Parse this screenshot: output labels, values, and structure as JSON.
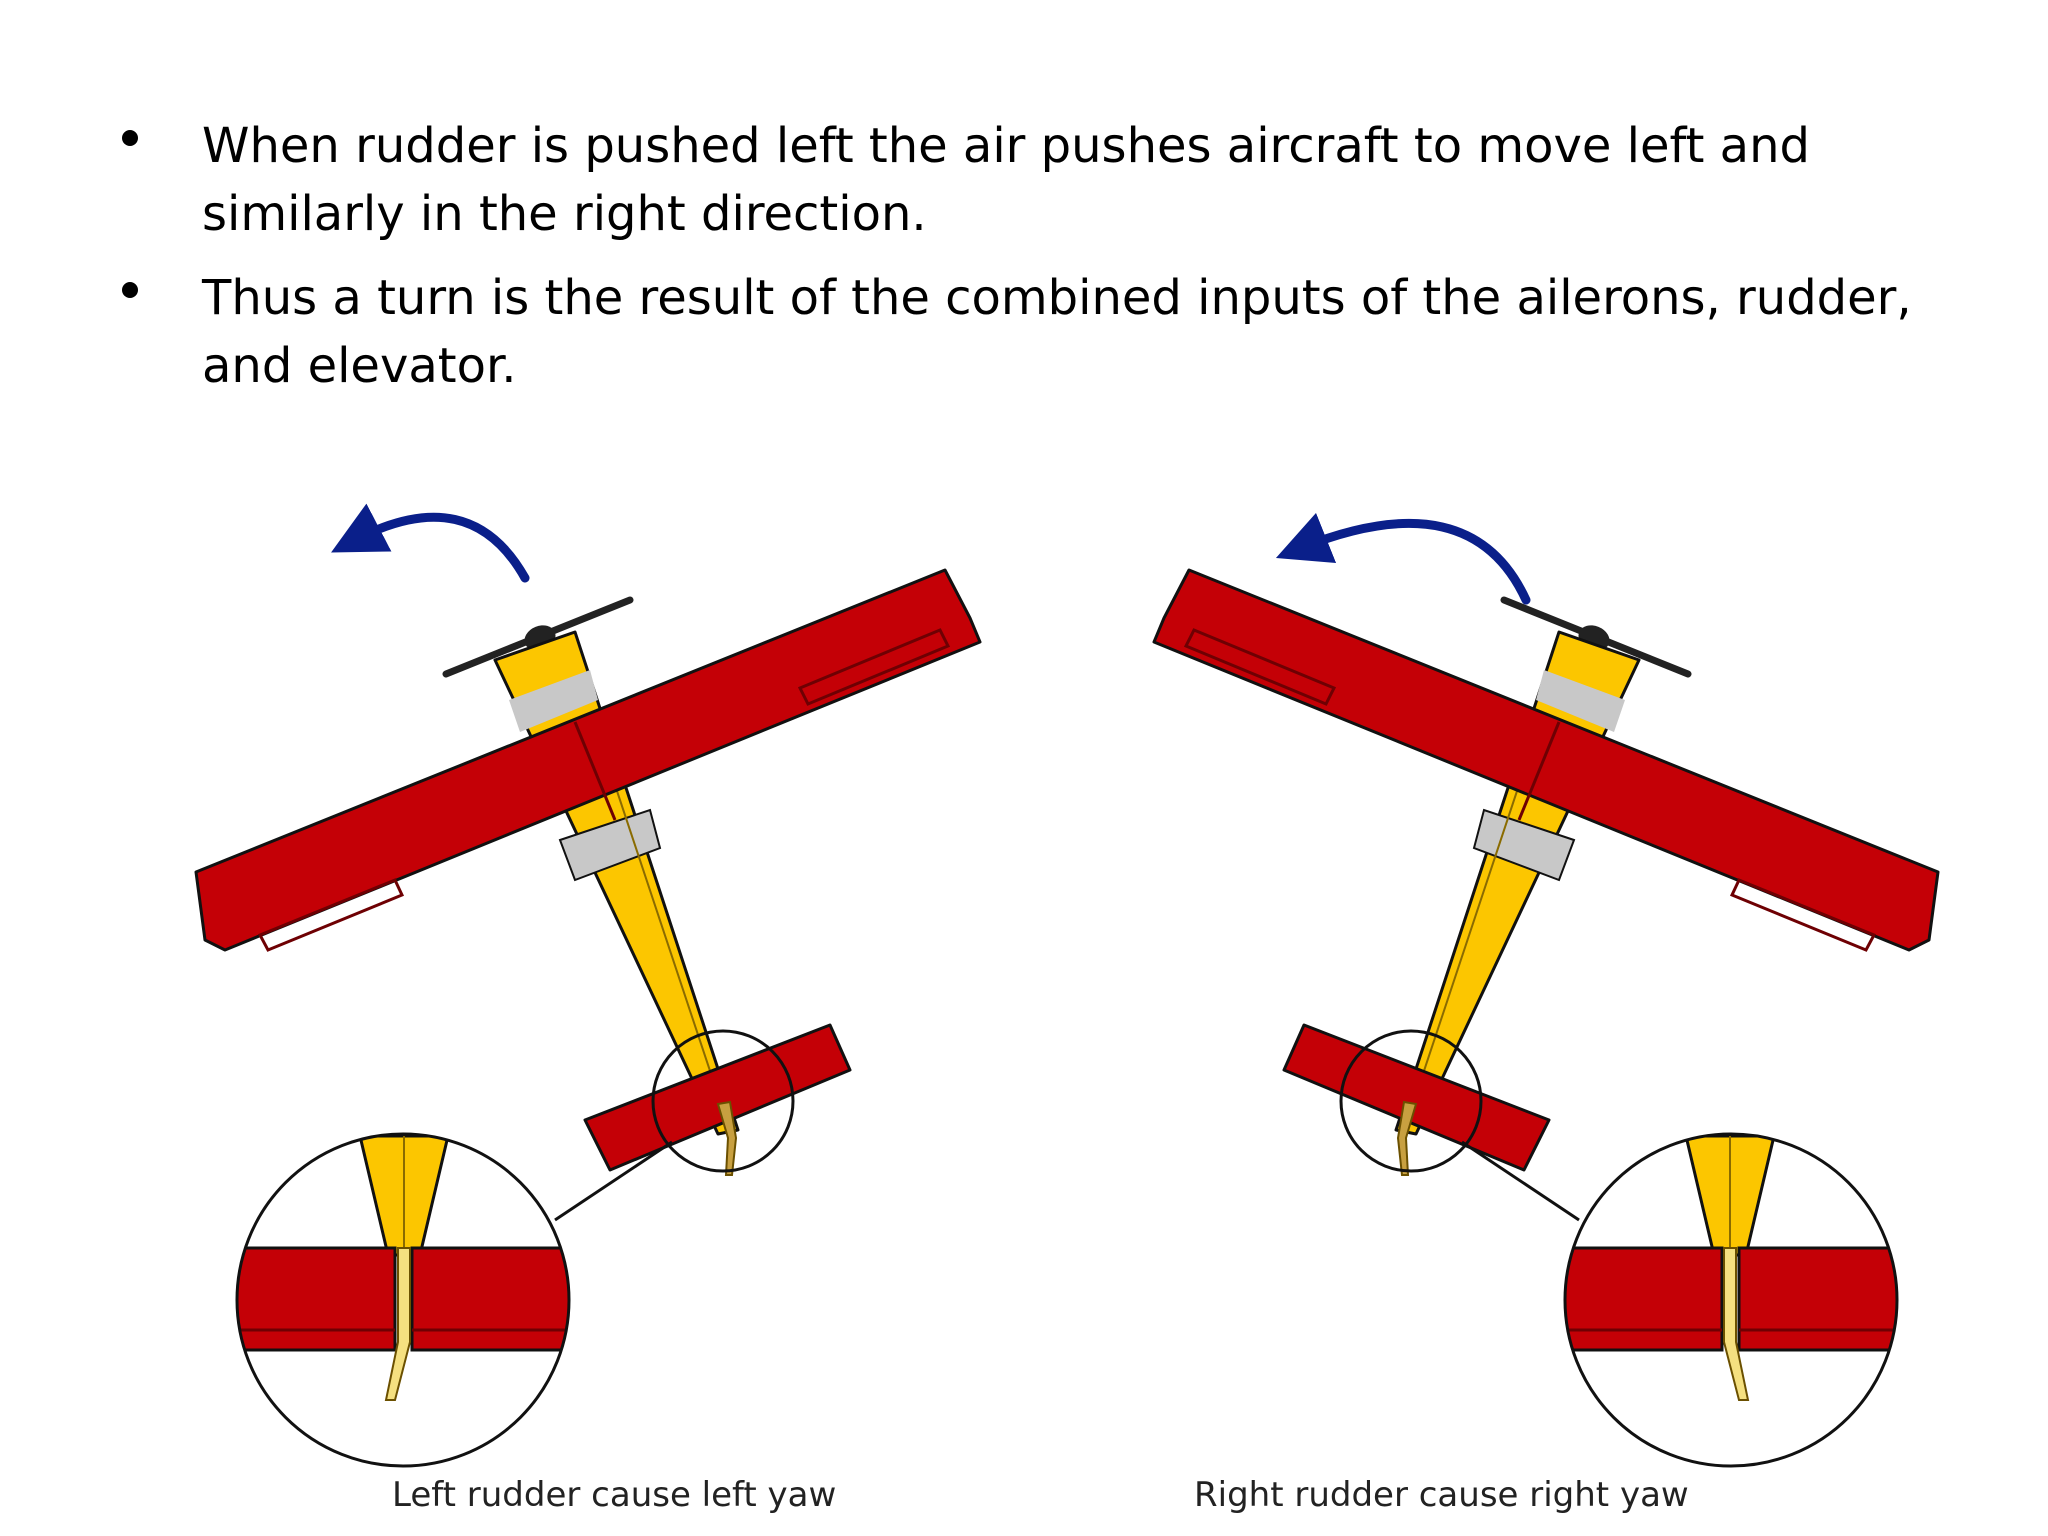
{
  "bullets": [
    "When rudder is pushed left the air pushes  aircraft to move left and similarly in the right direction.",
    "Thus a turn is the result of the combined inputs of the ailerons, rudder, and elevator."
  ],
  "captions": {
    "left": "Left rudder cause left yaw",
    "right": "Right rudder cause right yaw"
  },
  "colors": {
    "wing_red": "#c40006",
    "wing_red_dark": "#8a0004",
    "fuselage_yellow": "#fcc600",
    "fuselage_gray": "#c8c8c8",
    "arrow_blue": "#0a1f8a",
    "outline": "#111111"
  }
}
